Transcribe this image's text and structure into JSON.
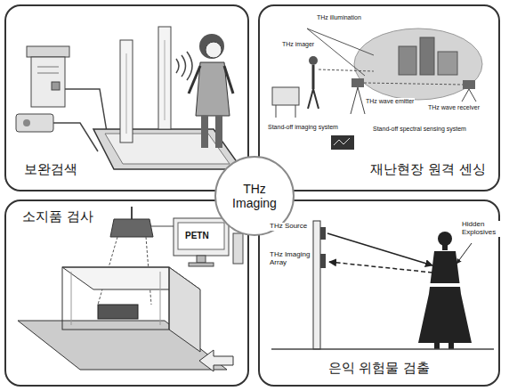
{
  "diagram": {
    "nodes": [
      {
        "text": [
          "보완검색"
        ]
      },
      {
        "text": [
          "재난현장 원격 센싱"
        ]
      },
      {
        "text": [
          "THz Imaging"
        ]
      },
      {
        "text": [
          "소지품 검사"
        ]
      },
      {
        "text": [
          "은익 위험물 검출"
        ]
      }
    ],
    "labels": [
      "THz illumination",
      "THz imager",
      "THz wave emitter",
      "THz wave receiver",
      "Stand-off imaging system",
      "Stand-off spectral sensing system",
      "PETN",
      "THz Source",
      "THz Imaging Array",
      "Hidden Explosives"
    ]
  }
}
